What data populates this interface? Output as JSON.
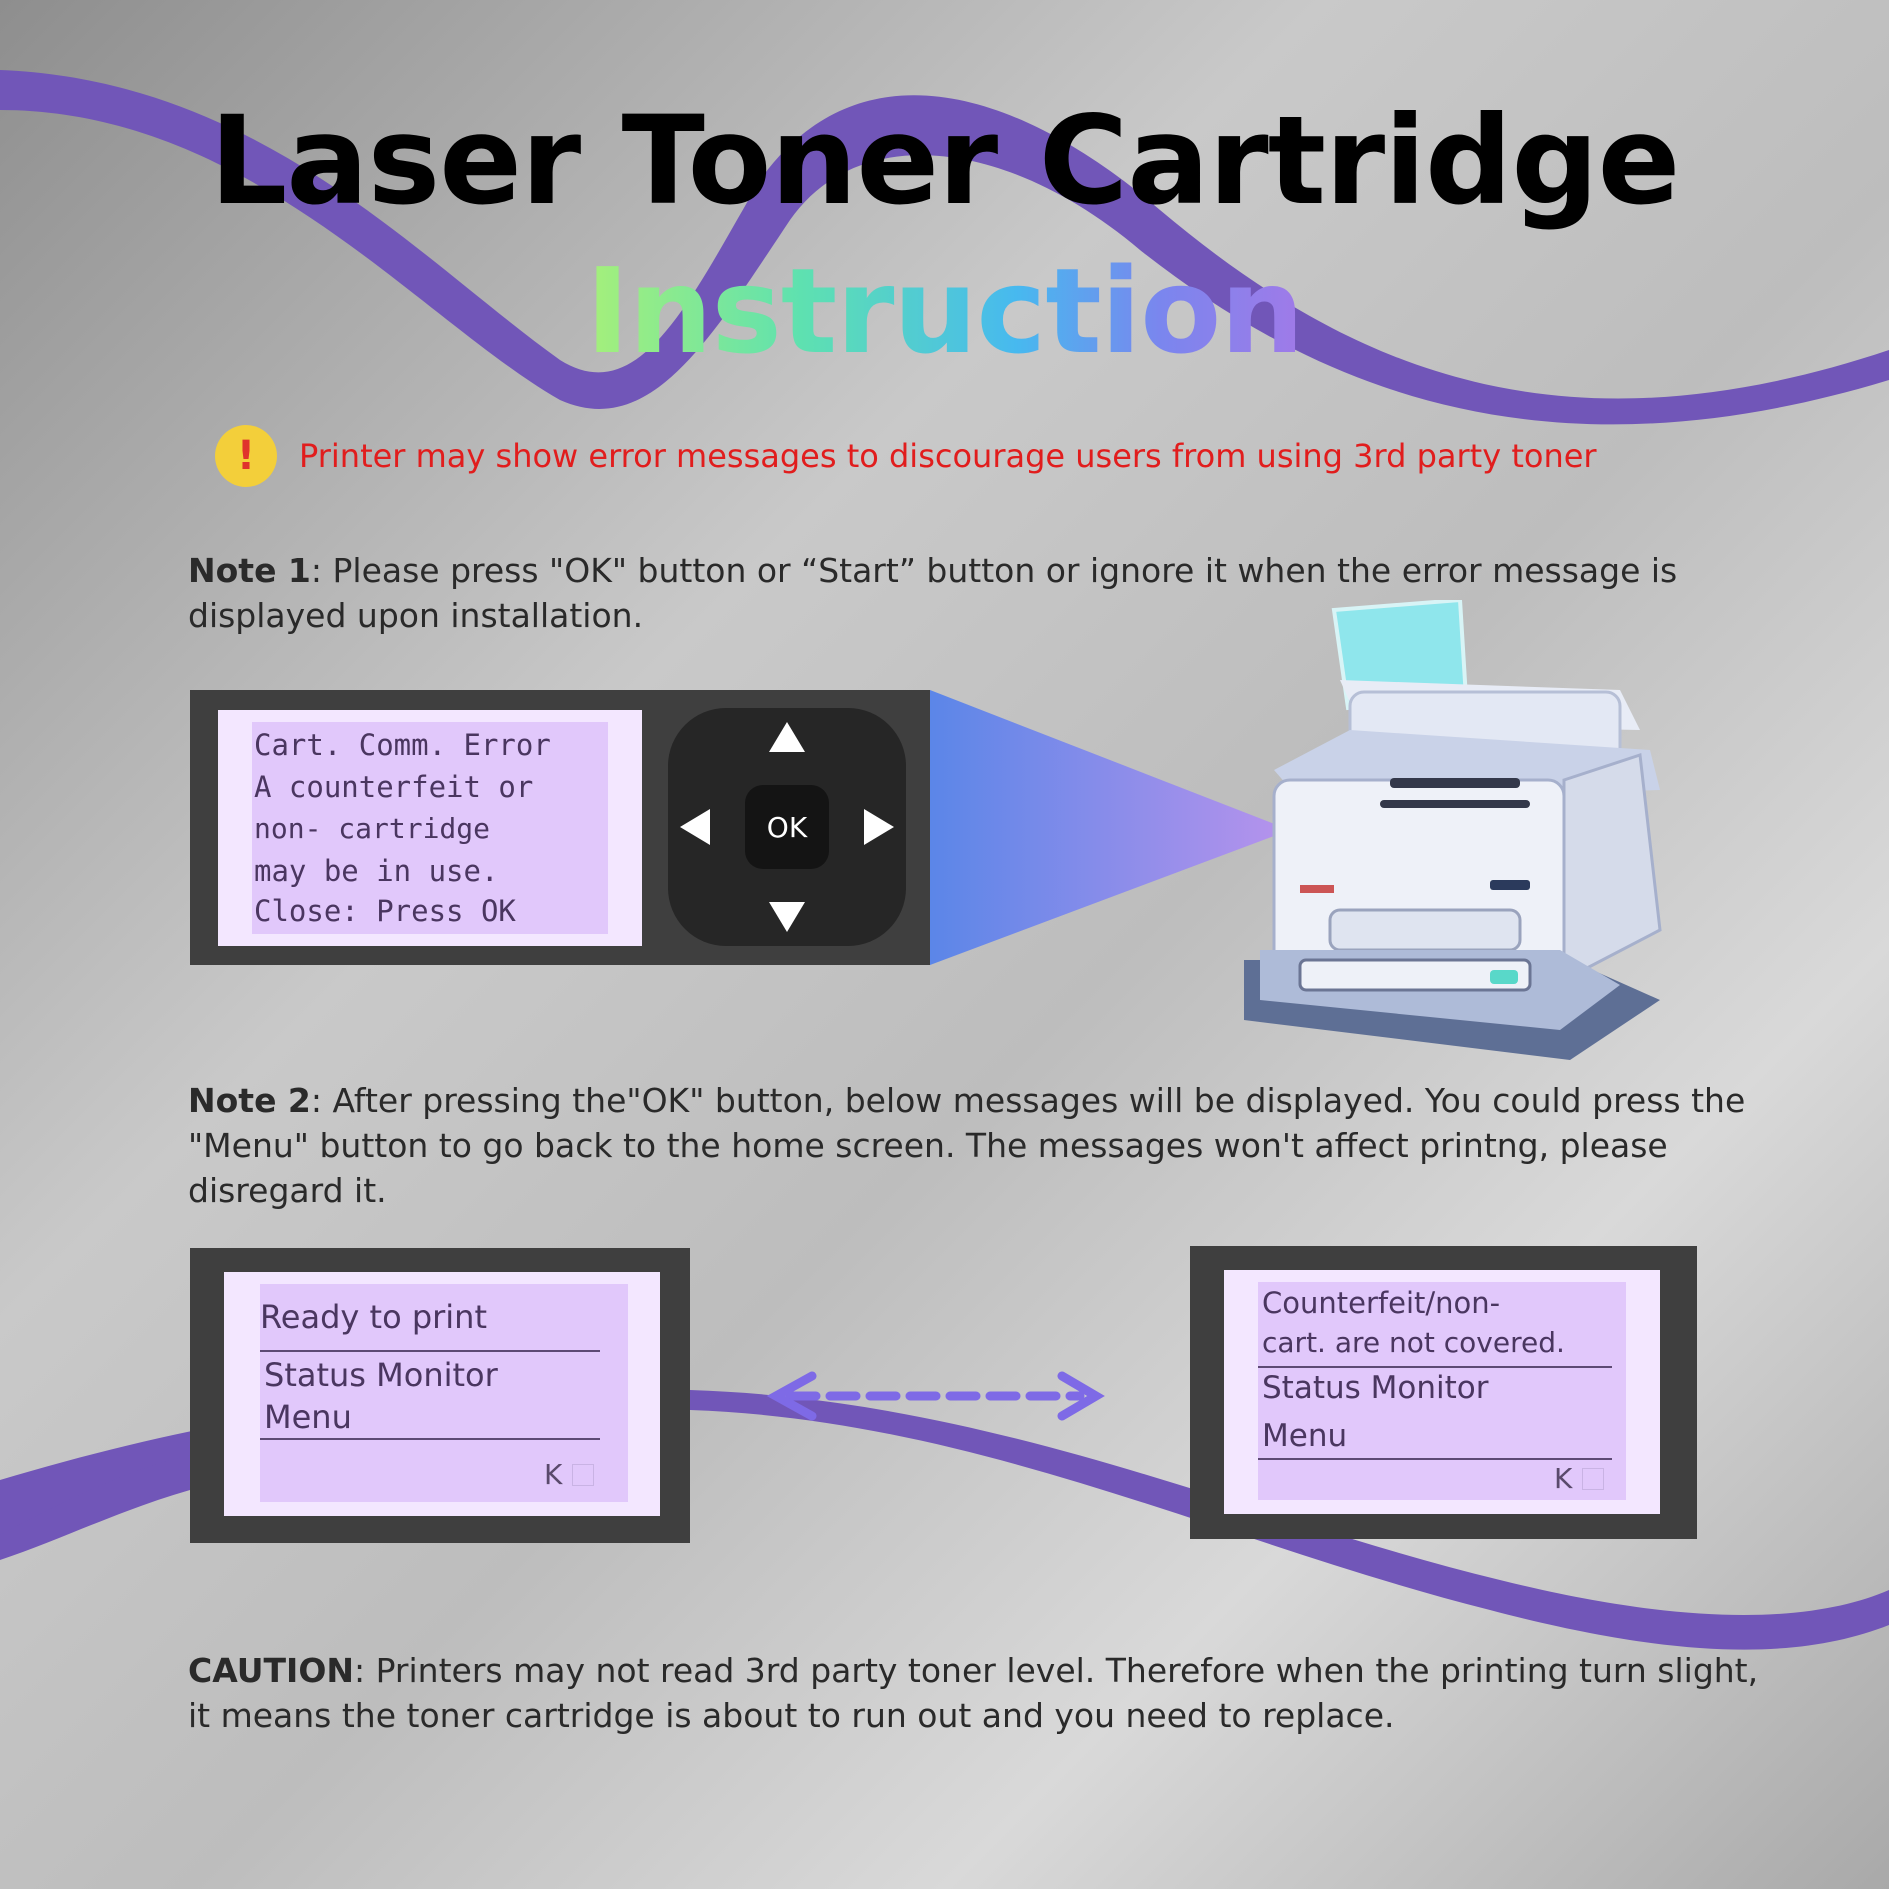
{
  "title": "Laser Toner Cartridge",
  "subtitle": "Instruction",
  "warning": {
    "icon": "exclamation-icon",
    "text": "Printer may show error messages to discourage users from using 3rd party toner"
  },
  "note1": {
    "label": "Note 1",
    "text": ": Please press \"OK\" button or “Start” button or ignore it when the error message is displayed upon installation."
  },
  "error_screen": {
    "lines": [
      "Cart. Comm. Error",
      "A counterfeit or",
      "non-          cartridge",
      "may be in use.",
      "Close: Press OK"
    ],
    "ok_label": "OK"
  },
  "note2": {
    "label": "Note 2",
    "text": ": After pressing the\"OK\" button, below messages will be displayed. You could press the \"Menu\" button to go back to the home screen. The messages won't affect printng, please disregard it."
  },
  "screen_left": {
    "line1": "Ready to print",
    "line2": "Status Monitor",
    "line3": "Menu",
    "k_label": "K"
  },
  "screen_right": {
    "line1": "Counterfeit/non-",
    "line2": "cart. are not covered.",
    "line3": "Status Monitor",
    "line4": "Menu",
    "k_label": "K"
  },
  "caution": {
    "label": "CAUTION",
    "text": ": Printers may not read 3rd party toner level. Therefore when the printing turn slight, it means the toner cartridge is about to run out and you need to replace."
  },
  "colors": {
    "accent_purple": "#7156b8",
    "warning_red": "#e11d1d",
    "warning_yellow": "#f3cf3a",
    "lcd_purple": "#e1c8fb"
  }
}
